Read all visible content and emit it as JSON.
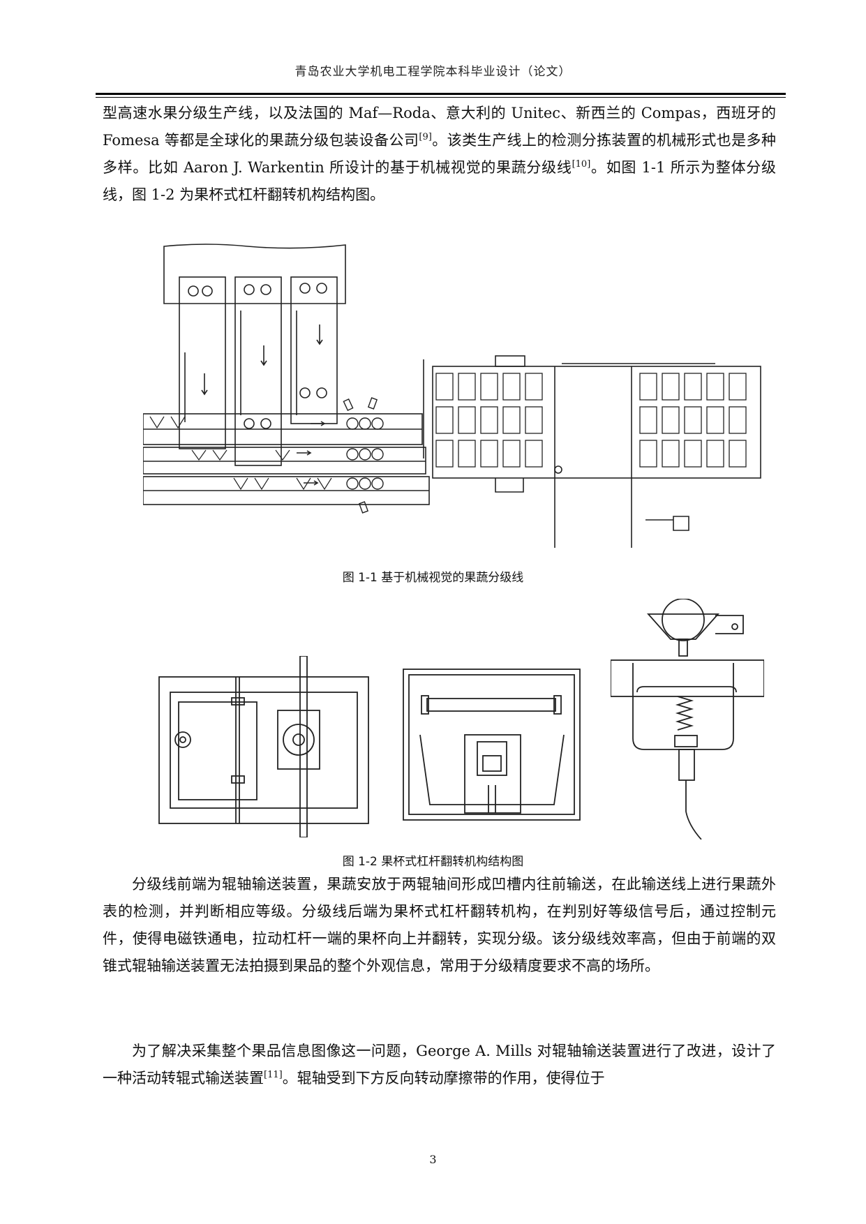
{
  "header": "青岛农业大学机电工程学院本科毕业设计（论文）",
  "intro": {
    "t1": "型高速水果分级生产线，以及法国的 Maf—Roda、意大利的 Unitec、新西兰的 Compas，西班牙的 Fomesa 等都是全球化的果蔬分级包装设备公司",
    "ref1": "[9]",
    "t2": "。该类生产线上的检测分拣装置的机械形式也是多种多样。比如 Aaron J. Warkentin 所设计的基于机械视觉的果蔬分级线",
    "ref2": "[10]",
    "t3": "。如图 1-1 所示为整体分级线，图 1-2 为果杯式杠杆翻转机构结构图。"
  },
  "figure1": {
    "caption": "图 1-1  基于机械视觉的果蔬分级线"
  },
  "figure2": {
    "caption": "图 1-2  果杯式杠杆翻转机构结构图"
  },
  "body1": "分级线前端为辊轴输送装置，果蔬安放于两辊轴间形成凹槽内往前输送，在此输送线上进行果蔬外表的检测，并判断相应等级。分级线后端为果杯式杠杆翻转机构，在判别好等级信号后，通过控制元件，使得电磁铁通电，拉动杠杆一端的果杯向上并翻转，实现分级。该分级线效率高，但由于前端的双锥式辊轴输送装置无法拍摄到果品的整个外观信息，常用于分级精度要求不高的场所。",
  "body2": {
    "t1": "为了解决采集整个果品信息图像这一问题，George A. Mills 对辊轴输送装置进行了改进，设计了一种活动转辊式输送装置",
    "ref": "[11]",
    "t2": "。辊轴受到下方反向转动摩擦带的作用，使得位于"
  },
  "page_number": "3"
}
